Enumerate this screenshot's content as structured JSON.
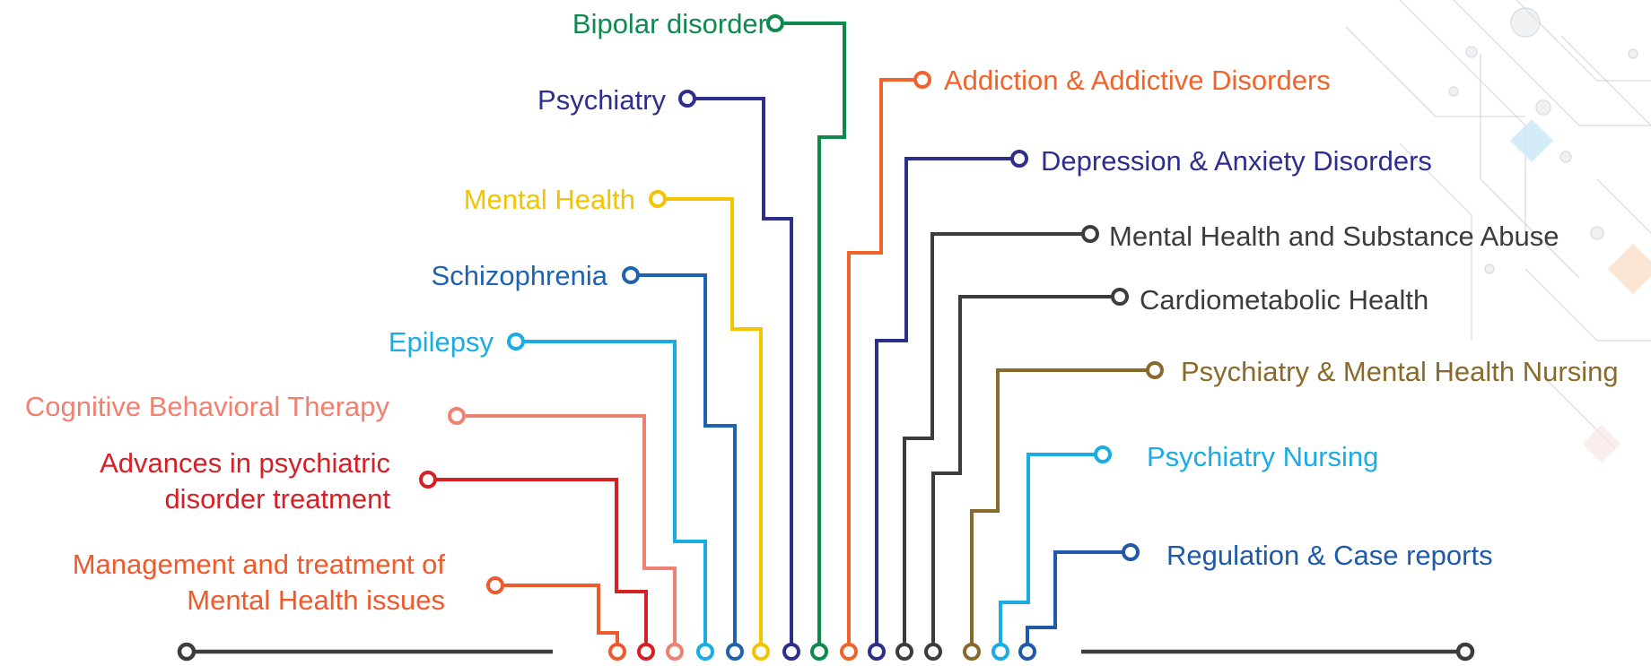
{
  "topics_left": [
    {
      "id": "bipolar",
      "label": "Bipolar disorder",
      "color": "#0e8a4f"
    },
    {
      "id": "psychiatry",
      "label": "Psychiatry",
      "color": "#2e2e8c"
    },
    {
      "id": "mental-health",
      "label": "Mental Health",
      "color": "#f5c400"
    },
    {
      "id": "schizophrenia",
      "label": "Schizophrenia",
      "color": "#1f63b0"
    },
    {
      "id": "epilepsy",
      "label": "Epilepsy",
      "color": "#1aace3"
    },
    {
      "id": "cbt",
      "label": "Cognitive Behavioral Therapy",
      "color": "#f08070"
    },
    {
      "id": "advances",
      "label_lines": [
        "Advances in psychiatric",
        "disorder treatment"
      ],
      "color": "#d71f26"
    },
    {
      "id": "management",
      "label_lines": [
        "Management and treatment of",
        "Mental Health issues"
      ],
      "color": "#ee5a2c"
    }
  ],
  "topics_right": [
    {
      "id": "addiction",
      "label": "Addiction & Addictive Disorders",
      "color": "#f0642c"
    },
    {
      "id": "depression",
      "label": "Depression & Anxiety Disorders",
      "color": "#2e2e8c"
    },
    {
      "id": "substance",
      "label": "Mental Health and Substance Abuse",
      "color": "#3c3c3c"
    },
    {
      "id": "cardio",
      "label": "Cardiometabolic Health",
      "color": "#3c3c3c"
    },
    {
      "id": "nursing-mh",
      "label": "Psychiatry & Mental Health Nursing",
      "color": "#8a6a2a"
    },
    {
      "id": "nursing",
      "label": "Psychiatry Nursing",
      "color": "#1aace3"
    },
    {
      "id": "regulation",
      "label": "Regulation & Case reports",
      "color": "#1f5aa8"
    }
  ],
  "baseline_color": "#3c3c3c",
  "decor_color": "#c8ccd4"
}
